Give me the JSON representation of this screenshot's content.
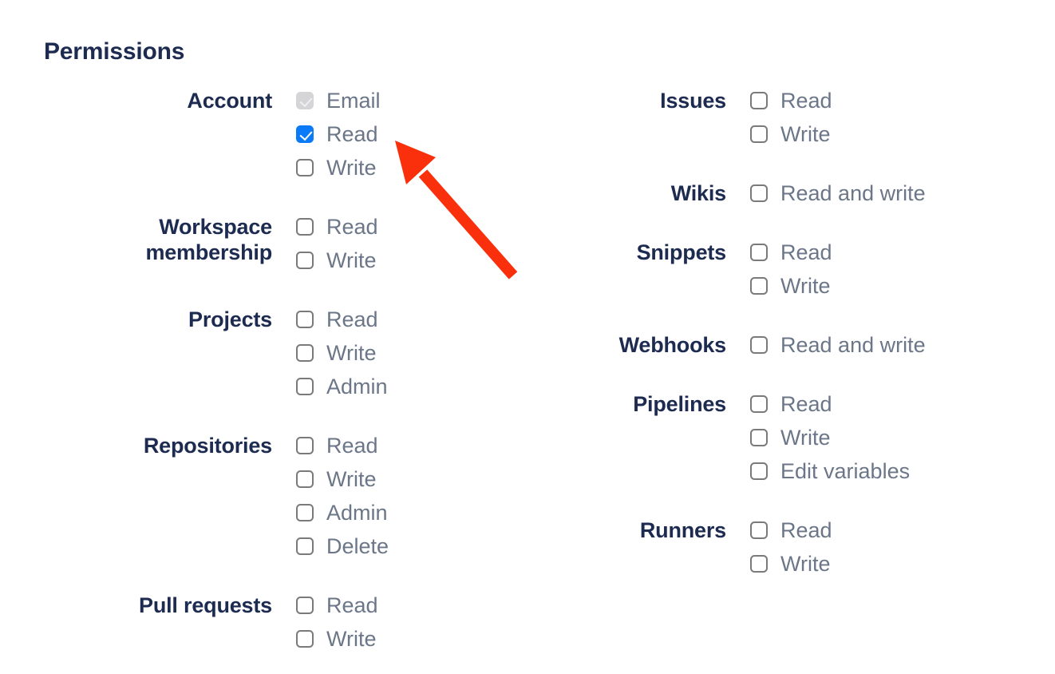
{
  "heading": "Permissions",
  "colors": {
    "heading_text": "#1d2b50",
    "group_label_text": "#1d2b50",
    "option_label_text": "#6b7688",
    "checkbox_border": "#7a7a7a",
    "checkbox_checked_bg": "#0b7af8",
    "checkbox_disabled_bg": "#d5d5d7",
    "arrow_red": "#fa300d"
  },
  "columns": {
    "left": [
      {
        "label": "Account",
        "options": [
          {
            "label": "Email",
            "checked": true,
            "disabled": true
          },
          {
            "label": "Read",
            "checked": true,
            "disabled": false
          },
          {
            "label": "Write",
            "checked": false,
            "disabled": false
          }
        ]
      },
      {
        "label": "Workspace membership",
        "options": [
          {
            "label": "Read",
            "checked": false,
            "disabled": false
          },
          {
            "label": "Write",
            "checked": false,
            "disabled": false
          }
        ]
      },
      {
        "label": "Projects",
        "options": [
          {
            "label": "Read",
            "checked": false,
            "disabled": false
          },
          {
            "label": "Write",
            "checked": false,
            "disabled": false
          },
          {
            "label": "Admin",
            "checked": false,
            "disabled": false
          }
        ]
      },
      {
        "label": "Repositories",
        "options": [
          {
            "label": "Read",
            "checked": false,
            "disabled": false
          },
          {
            "label": "Write",
            "checked": false,
            "disabled": false
          },
          {
            "label": "Admin",
            "checked": false,
            "disabled": false
          },
          {
            "label": "Delete",
            "checked": false,
            "disabled": false
          }
        ]
      },
      {
        "label": "Pull requests",
        "options": [
          {
            "label": "Read",
            "checked": false,
            "disabled": false
          },
          {
            "label": "Write",
            "checked": false,
            "disabled": false
          }
        ]
      }
    ],
    "right": [
      {
        "label": "Issues",
        "options": [
          {
            "label": "Read",
            "checked": false,
            "disabled": false
          },
          {
            "label": "Write",
            "checked": false,
            "disabled": false
          }
        ]
      },
      {
        "label": "Wikis",
        "options": [
          {
            "label": "Read and write",
            "checked": false,
            "disabled": false
          }
        ]
      },
      {
        "label": "Snippets",
        "options": [
          {
            "label": "Read",
            "checked": false,
            "disabled": false
          },
          {
            "label": "Write",
            "checked": false,
            "disabled": false
          }
        ]
      },
      {
        "label": "Webhooks",
        "options": [
          {
            "label": "Read and write",
            "checked": false,
            "disabled": false
          }
        ]
      },
      {
        "label": "Pipelines",
        "options": [
          {
            "label": "Read",
            "checked": false,
            "disabled": false
          },
          {
            "label": "Write",
            "checked": false,
            "disabled": false
          },
          {
            "label": "Edit variables",
            "checked": false,
            "disabled": false
          }
        ]
      },
      {
        "label": "Runners",
        "options": [
          {
            "label": "Read",
            "checked": false,
            "disabled": false
          },
          {
            "label": "Write",
            "checked": false,
            "disabled": false
          }
        ]
      }
    ]
  },
  "annotation": {
    "type": "arrow",
    "points_to": "Account Read checkbox"
  }
}
